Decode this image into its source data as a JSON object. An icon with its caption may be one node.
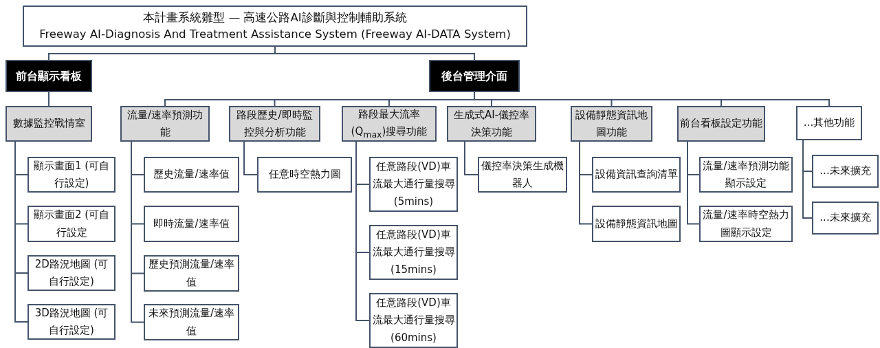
{
  "diagram": {
    "nodes": [
      {
        "text": [
          "本計畫系統雛型 — 高速公路AI診斷與控制輔助系統",
          "Freeway AI-Diagnosis And Treatment Assistance System (Freeway AI-DATA System)"
        ]
      },
      {
        "text": [
          "前台顯示看板"
        ]
      },
      {
        "text": [
          "後台管理介面"
        ]
      },
      {
        "text": [
          "數據監控戰情室"
        ]
      },
      {
        "text": [
          "顯示畫面1 (可自行設定)"
        ]
      },
      {
        "text": [
          "顯示畫面2 (可自行設定"
        ]
      },
      {
        "text": [
          "2D路況地圖 (可自行設定)"
        ]
      },
      {
        "text": [
          "3D路況地圖 (可自行設定)"
        ]
      },
      {
        "text": [
          "流量/速率預測功能"
        ]
      },
      {
        "text": [
          "歷史流量/速率值"
        ]
      },
      {
        "text": [
          "即時流量/速率值"
        ]
      },
      {
        "text": [
          "歷史預測流量/速率值"
        ]
      },
      {
        "text": [
          "未來預測流量/速率值"
        ]
      },
      {
        "text": [
          "路段歷史/即時監控與分析功能"
        ]
      },
      {
        "text": [
          "任意時空熱力圖"
        ]
      },
      {
        "text": [
          "路段最大流率(Q$_{max}$)搜尋功能"
        ]
      },
      {
        "text": [
          "任意路段(VD)車流最大通行量搜尋(5mins)"
        ]
      },
      {
        "text": [
          "任意路段(VD)車流最大通行量搜尋(15mins)"
        ]
      },
      {
        "text": [
          "任意路段(VD)車流最大通行量搜尋(60mins)"
        ]
      },
      {
        "text": [
          "生成式AI-儀控率決策功能"
        ]
      },
      {
        "text": [
          "儀控率決策生成機器人"
        ]
      },
      {
        "text": [
          "設備靜態資訊地圖功能"
        ]
      },
      {
        "text": [
          "設備資訊查詢清單"
        ]
      },
      {
        "text": [
          "設備靜態資訊地圖"
        ]
      },
      {
        "text": [
          "前台看板設定功能"
        ]
      },
      {
        "text": [
          "流量/速率預測功能顯示設定"
        ]
      },
      {
        "text": [
          "流量/速率時空熱力圖顯示設定"
        ]
      },
      {
        "text": [
          "...其他功能"
        ]
      },
      {
        "text": [
          "...未來擴充"
        ]
      },
      {
        "text": [
          "...未來擴充"
        ]
      }
    ],
    "edges": [
      {
        "from": 0,
        "to": 1,
        "arrow": "none"
      },
      {
        "from": 0,
        "to": 2,
        "arrow": "none"
      },
      {
        "from": 1,
        "to": 3,
        "arrow": "none"
      },
      {
        "from": 2,
        "to": 8,
        "arrow": "none"
      },
      {
        "from": 2,
        "to": 13,
        "arrow": "none"
      },
      {
        "from": 2,
        "to": 15,
        "arrow": "none"
      },
      {
        "from": 2,
        "to": 19,
        "arrow": "none"
      },
      {
        "from": 2,
        "to": 21,
        "arrow": "none"
      },
      {
        "from": 2,
        "to": 24,
        "arrow": "none"
      },
      {
        "from": 2,
        "to": 27,
        "arrow": "none"
      },
      {
        "from": 3,
        "to": 4,
        "arrow": "none"
      },
      {
        "from": 3,
        "to": 5,
        "arrow": "none"
      },
      {
        "from": 3,
        "to": 6,
        "arrow": "none"
      },
      {
        "from": 3,
        "to": 7,
        "arrow": "none"
      },
      {
        "from": 8,
        "to": 9,
        "arrow": "none"
      },
      {
        "from": 8,
        "to": 10,
        "arrow": "none"
      },
      {
        "from": 8,
        "to": 11,
        "arrow": "none"
      },
      {
        "from": 8,
        "to": 12,
        "arrow": "none"
      },
      {
        "from": 13,
        "to": 14,
        "arrow": "none"
      },
      {
        "from": 15,
        "to": 16,
        "arrow": "none"
      },
      {
        "from": 15,
        "to": 17,
        "arrow": "none"
      },
      {
        "from": 15,
        "to": 18,
        "arrow": "none"
      },
      {
        "from": 19,
        "to": 20,
        "arrow": "none"
      },
      {
        "from": 21,
        "to": 22,
        "arrow": "none"
      },
      {
        "from": 21,
        "to": 23,
        "arrow": "none"
      },
      {
        "from": 24,
        "to": 25,
        "arrow": "none"
      },
      {
        "from": 24,
        "to": 26,
        "arrow": "none"
      },
      {
        "from": 27,
        "to": 28,
        "arrow": "none"
      },
      {
        "from": 27,
        "to": 29,
        "arrow": "none"
      }
    ]
  }
}
